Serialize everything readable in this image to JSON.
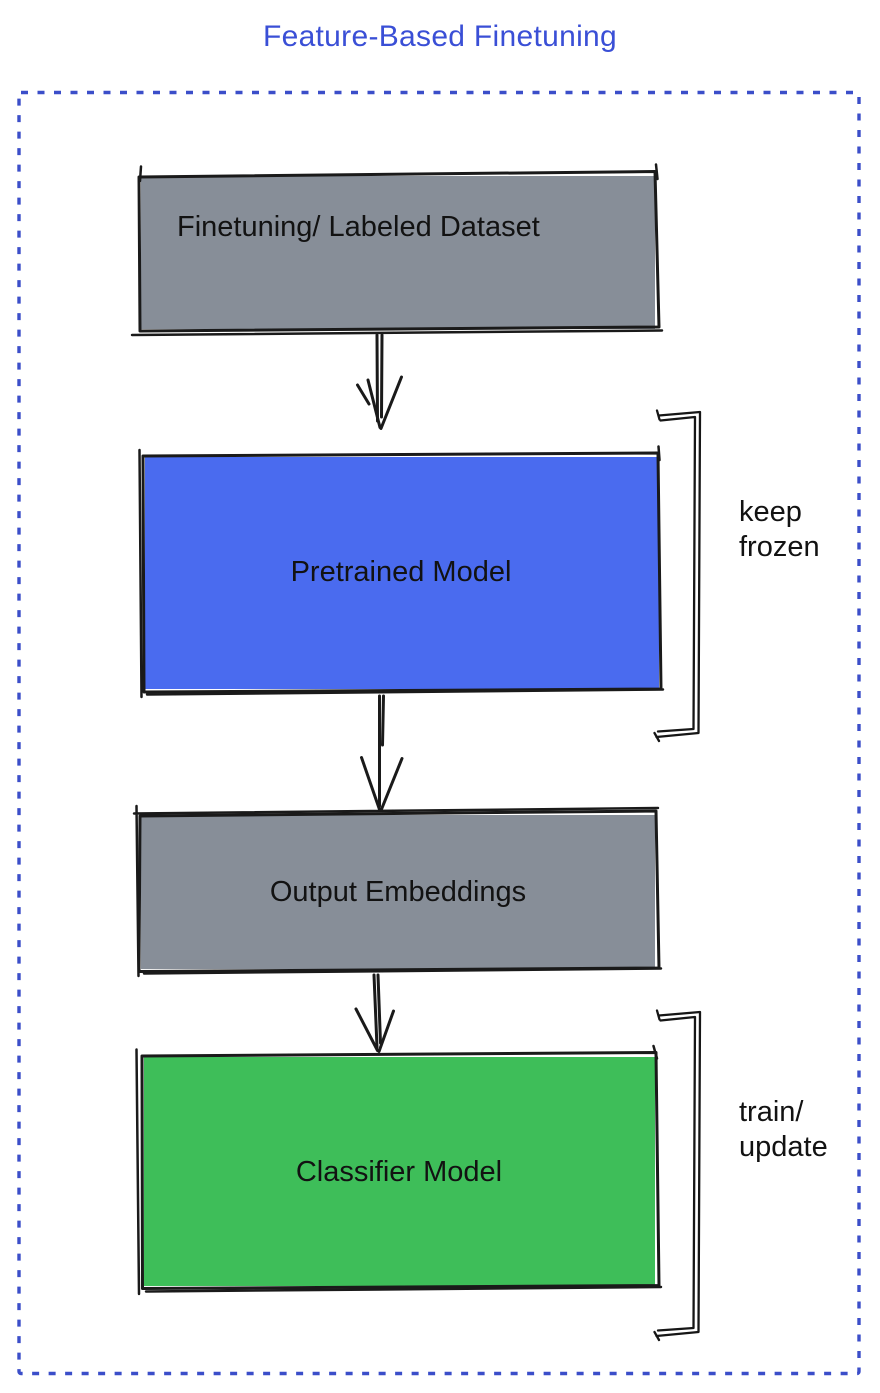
{
  "title": "Feature-Based Finetuning",
  "colors": {
    "title_blue": "#3A4FD6",
    "frame_blue": "#3B4EC9",
    "box_gray": "#878E98",
    "box_blue": "#4A6BEF",
    "box_green": "#3EBE59",
    "ink_black": "#1A1A1A"
  },
  "diagram": {
    "nodes": [
      {
        "id": "finetuning-dataset",
        "label": "Finetuning/ Labeled Dataset",
        "fill": "#878E98"
      },
      {
        "id": "pretrained-model",
        "label": "Pretrained Model",
        "fill": "#4A6BEF"
      },
      {
        "id": "output-embeddings",
        "label": "Output Embeddings",
        "fill": "#878E98"
      },
      {
        "id": "classifier-model",
        "label": "Classifier Model",
        "fill": "#3EBE59"
      }
    ],
    "annotations": [
      {
        "target": "pretrained-model",
        "lines": [
          "keep",
          "frozen"
        ]
      },
      {
        "target": "classifier-model",
        "lines": [
          "train/",
          "update"
        ]
      }
    ]
  }
}
